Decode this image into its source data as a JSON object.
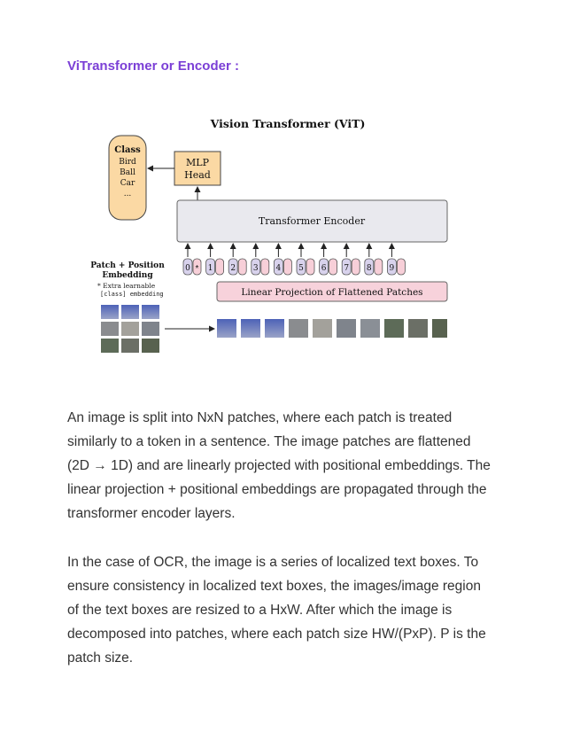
{
  "heading": "ViTransformer or Encoder :",
  "figure": {
    "title": "Vision Transformer (ViT)",
    "class_box": {
      "title": "Class",
      "items": [
        "Bird",
        "Ball",
        "Car",
        "..."
      ]
    },
    "mlp_head": [
      "MLP",
      "Head"
    ],
    "encoder_label": "Transformer Encoder",
    "patch_pos_label": [
      "Patch + Position",
      "Embedding"
    ],
    "extra_learnable": [
      "* Extra learnable",
      "[class] embedding"
    ],
    "tokens": [
      "0",
      "1",
      "2",
      "3",
      "4",
      "5",
      "6",
      "7",
      "8",
      "9"
    ],
    "class_token_star": "*",
    "projection_label": "Linear Projection of Flattened Patches",
    "colors": {
      "class_box": "#fbd9a4",
      "mlp_box": "#fbd9a4",
      "encoder": "#e9e9ee",
      "projection": "#f7d2db",
      "token_pink": "#f7cfd8",
      "token_purple": "#d8d2ec"
    }
  },
  "paragraphs": [
    [
      "An image is split into NxN patches, where each patch is treated",
      "similarly to a token in a sentence. The image patches are flattened",
      "(2D → 1D) and are linearly projected with positional embeddings. The",
      "linear projection + positional embeddings are propagated through the",
      "transformer encoder layers."
    ],
    [
      "In the case of OCR, the image is a series of localized text boxes. To",
      "ensure consistency in localized text boxes, the images/image region",
      "of the text boxes are resized to a HxW. After which the image is",
      "decomposed into patches, where each patch size HW/(PxP). P is the",
      "patch size."
    ]
  ]
}
